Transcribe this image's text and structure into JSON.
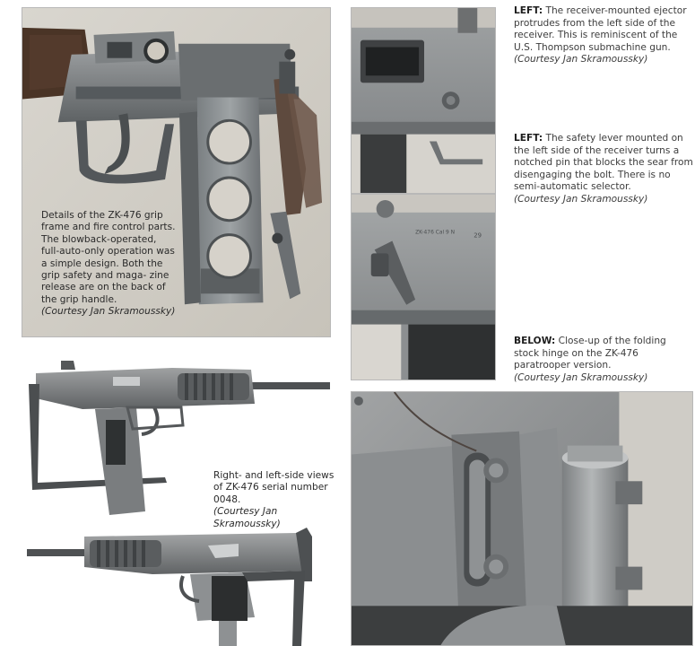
{
  "captions": {
    "grip": {
      "text": "Details of the ZK-476 grip frame and fire control parts. The blowback-operated, full-auto-only operation was a simple design. Both the grip safety and maga- zine release are on the back of the grip handle.",
      "credit": "(Courtesy Jan Skramoussky)"
    },
    "ejector": {
      "lead": "LEFT:",
      "text": "The receiver-mounted ejector protrudes from the left side of the receiver. This is reminiscent of the U.S. Thompson submachine gun.",
      "credit": "(Courtesy Jan Skramoussky)"
    },
    "safety": {
      "lead": "LEFT:",
      "text": "The safety lever mounted on the left side of the receiver turns a notched pin that blocks the sear from disengaging the bolt. There is no semi-automatic selector.",
      "credit": "(Courtesy Jan Skramoussky)"
    },
    "hinge": {
      "lead": "BELOW:",
      "text": "Close-up of the folding stock hinge on the ZK-476 paratrooper version.",
      "credit": "(Courtesy Jan Skramoussky)"
    },
    "sideviews": {
      "text": "Right- and left-side views of ZK-476 serial number 0048.",
      "credit": "(Courtesy Jan Skramoussky)"
    }
  },
  "photos": {
    "safety_stamp": "ZK-476 Cal 9 N",
    "safety_number": "29"
  },
  "colors": {
    "caption_text": "#3c3c3c",
    "caption_lead": "#1e1e1e",
    "photo_border": "#b8b8b8",
    "steel": "#8a8d8f",
    "wood": "#4a3426"
  }
}
